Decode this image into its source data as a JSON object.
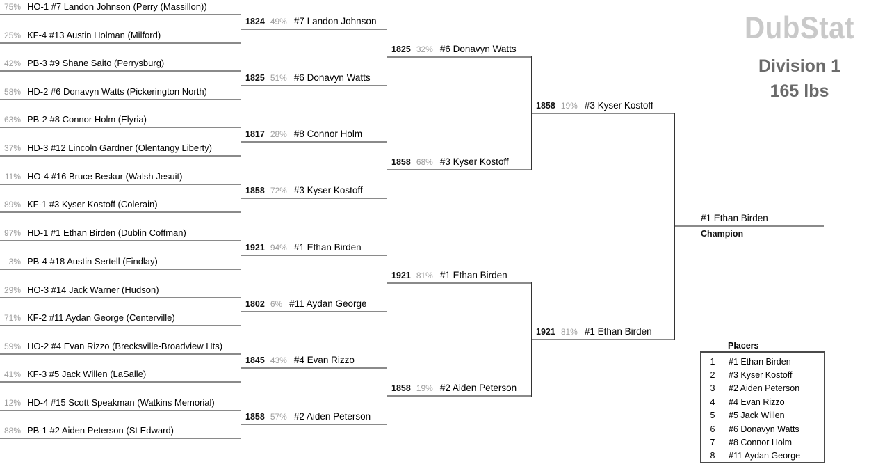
{
  "header": {
    "logo": "DubStat",
    "division": "Division 1",
    "weight_class": "165 lbs"
  },
  "colors": {
    "bracket_line": "#8a8a8a",
    "connector_line": "#333333",
    "probability_gray": "#9e9e9e",
    "logo_gray": "#c9c9c9",
    "header_gray": "#6b6b6b"
  },
  "bracket": {
    "round1": [
      {
        "win_pct": "75%",
        "label": "HO-1 #7 Landon Johnson (Perry (Massillon))"
      },
      {
        "win_pct": "25%",
        "label": "KF-4 #13 Austin Holman (Milford)"
      },
      {
        "win_pct": "42%",
        "label": "PB-3 #9 Shane Saito (Perrysburg)"
      },
      {
        "win_pct": "58%",
        "label": "HD-2 #6 Donavyn Watts (Pickerington North)"
      },
      {
        "win_pct": "63%",
        "label": "PB-2 #8 Connor Holm (Elyria)"
      },
      {
        "win_pct": "37%",
        "label": "HD-3 #12 Lincoln Gardner (Olentangy Liberty)"
      },
      {
        "win_pct": "11%",
        "label": "HO-4 #16 Bruce Beskur (Walsh Jesuit)"
      },
      {
        "win_pct": "89%",
        "label": "KF-1 #3 Kyser Kostoff (Colerain)"
      },
      {
        "win_pct": "97%",
        "label": "HD-1 #1 Ethan Birden (Dublin Coffman)"
      },
      {
        "win_pct": "3%",
        "label": "PB-4 #18 Austin Sertell (Findlay)"
      },
      {
        "win_pct": "29%",
        "label": "HO-3 #14 Jack Warner (Hudson)"
      },
      {
        "win_pct": "71%",
        "label": "KF-2 #11 Aydan George (Centerville)"
      },
      {
        "win_pct": "59%",
        "label": "HO-2 #4 Evan Rizzo (Brecksville-Broadview Hts)"
      },
      {
        "win_pct": "41%",
        "label": "KF-3 #5 Jack Willen (LaSalle)"
      },
      {
        "win_pct": "12%",
        "label": "HD-4 #15 Scott Speakman (Watkins Memorial)"
      },
      {
        "win_pct": "88%",
        "label": "PB-1 #2 Aiden Peterson (St Edward)"
      }
    ],
    "round2": [
      {
        "rating": "1824",
        "win_pct": "49%",
        "label": "#7 Landon Johnson"
      },
      {
        "rating": "1825",
        "win_pct": "51%",
        "label": "#6 Donavyn Watts"
      },
      {
        "rating": "1817",
        "win_pct": "28%",
        "label": "#8 Connor Holm"
      },
      {
        "rating": "1858",
        "win_pct": "72%",
        "label": "#3 Kyser Kostoff"
      },
      {
        "rating": "1921",
        "win_pct": "94%",
        "label": "#1 Ethan Birden"
      },
      {
        "rating": "1802",
        "win_pct": "6%",
        "label": "#11 Aydan George"
      },
      {
        "rating": "1845",
        "win_pct": "43%",
        "label": "#4 Evan Rizzo"
      },
      {
        "rating": "1858",
        "win_pct": "57%",
        "label": "#2 Aiden Peterson"
      }
    ],
    "semifinals": [
      {
        "rating": "1825",
        "win_pct": "32%",
        "label": "#6 Donavyn Watts"
      },
      {
        "rating": "1858",
        "win_pct": "68%",
        "label": "#3 Kyser Kostoff"
      },
      {
        "rating": "1921",
        "win_pct": "81%",
        "label": "#1 Ethan Birden"
      },
      {
        "rating": "1858",
        "win_pct": "19%",
        "label": "#2 Aiden Peterson"
      }
    ],
    "final": [
      {
        "rating": "1858",
        "win_pct": "19%",
        "label": "#3 Kyser Kostoff"
      },
      {
        "rating": "1921",
        "win_pct": "81%",
        "label": "#1 Ethan Birden"
      }
    ],
    "champion": {
      "label": "#1 Ethan Birden",
      "caption": "Champion"
    }
  },
  "placers": {
    "title": "Placers",
    "rows": [
      {
        "place": "1",
        "name": "#1 Ethan Birden"
      },
      {
        "place": "2",
        "name": "#3 Kyser Kostoff"
      },
      {
        "place": "3",
        "name": "#2 Aiden Peterson"
      },
      {
        "place": "4",
        "name": "#4 Evan Rizzo"
      },
      {
        "place": "5",
        "name": "#5 Jack Willen"
      },
      {
        "place": "6",
        "name": "#6 Donavyn Watts"
      },
      {
        "place": "7",
        "name": "#8 Connor Holm"
      },
      {
        "place": "8",
        "name": "#11 Aydan George"
      }
    ]
  }
}
